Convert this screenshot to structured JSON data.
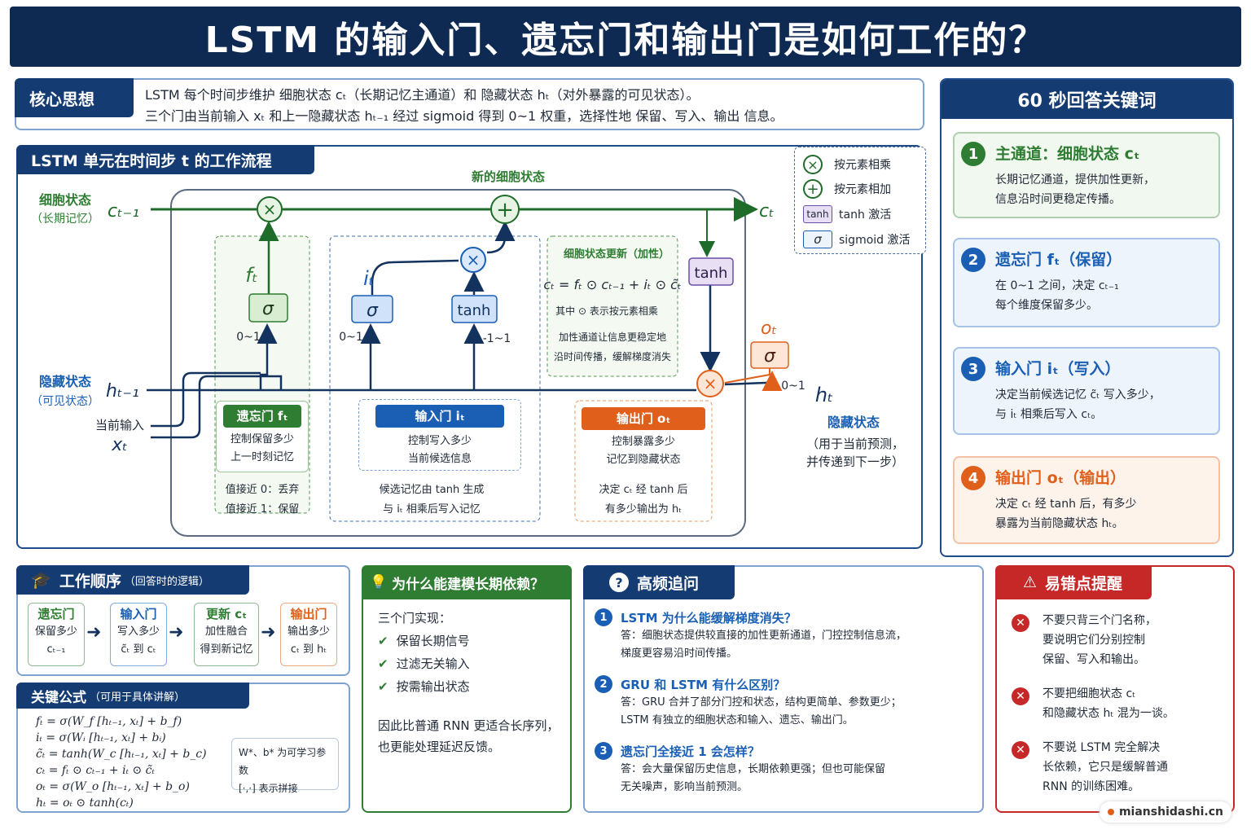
{
  "title": "LSTM 的输入门、遗忘门和输出门是如何工作的？",
  "core": {
    "tab": "核心思想",
    "line1": "LSTM 每个时间步维护 细胞状态 cₜ（长期记忆主通道）和 隐藏状态 hₜ（对外暴露的可见状态）。",
    "line2": "三个门由当前输入 xₜ 和上一隐藏状态 hₜ₋₁ 经过 sigmoid 得到 0~1 权重，选择性地 保留、写入、输出 信息。"
  },
  "flow": {
    "tab": "LSTM 单元在时间步 t 的工作流程",
    "new_cell": "新的细胞状态",
    "cell_label": "细胞状态",
    "cell_sub": "（长期记忆）",
    "c_prev": "cₜ₋₁",
    "c_t": "cₜ",
    "hidden_label": "隐藏状态",
    "hidden_sub": "（可见状态）",
    "h_prev": "hₜ₋₁",
    "input_label": "当前输入",
    "x_t": "xₜ",
    "f_t": "fₜ",
    "i_t": "iₜ",
    "o_t": "oₜ",
    "sigma": "σ",
    "tanh": "tanh",
    "range01": "0~1",
    "range11": "-1~1",
    "update_title": "细胞状态更新（加性）",
    "update_formula": "cₜ = fₜ ⊙ cₜ₋₁ + iₜ ⊙ c̃ₜ",
    "update_note1": "其中 ⊙ 表示按元素相乘",
    "update_note2": "加性通道让信息更稳定地",
    "update_note3": "沿时间传播，缓解梯度消失",
    "forget_gate": {
      "title": "遗忘门 fₜ",
      "d1": "控制保留多少",
      "d2": "上一时刻记忆",
      "n1": "值接近 0：丢弃",
      "n2": "值接近 1：保留"
    },
    "input_gate": {
      "title": "输入门 iₜ",
      "d1": "控制写入多少",
      "d2": "当前候选信息",
      "n1": "候选记忆由 tanh 生成",
      "n2": "与 iₜ 相乘后写入记忆"
    },
    "output_gate": {
      "title": "输出门 oₜ",
      "d1": "控制暴露多少",
      "d2": "记忆到隐藏状态",
      "n1": "决定 cₜ 经 tanh 后",
      "n2": "有多少输出为 hₜ"
    },
    "h_t": "hₜ",
    "h_label": "隐藏状态",
    "h_desc1": "（用于当前预测，",
    "h_desc2": "并传递到下一步）"
  },
  "legend": {
    "mul": "按元素相乘",
    "add": "按元素相加",
    "tanh": "tanh 激活",
    "sigmoid": "sigmoid 激活",
    "tanh_sym": "tanh",
    "sig_sym": "σ"
  },
  "keywords": {
    "tab": "60 秒回答关键词",
    "items": [
      {
        "n": "1",
        "title": "主通道：细胞状态 cₜ",
        "d1": "长期记忆通道，提供加性更新，",
        "d2": "信息沿时间更稳定传播。",
        "color": "#2e7d32",
        "bg": "#f1f8ef"
      },
      {
        "n": "2",
        "title": "遗忘门 fₜ（保留）",
        "d1": "在 0~1 之间，决定 cₜ₋₁",
        "d2": "每个维度保留多少。",
        "color": "#1a5fb4",
        "bg": "#eef4fc"
      },
      {
        "n": "3",
        "title": "输入门 iₜ（写入）",
        "d1": "决定当前候选记忆 c̃ₜ 写入多少，",
        "d2": "与 iₜ 相乘后写入 cₜ。",
        "color": "#1a5fb4",
        "bg": "#eef4fc"
      },
      {
        "n": "4",
        "title": "输出门 oₜ（输出）",
        "d1": "决定 cₜ 经 tanh 后，有多少",
        "d2": "暴露为当前隐藏状态 hₜ。",
        "color": "#e0601b",
        "bg": "#fdf3ea"
      }
    ]
  },
  "order": {
    "tab": "工作顺序",
    "tab_sub": "（回答时的逻辑）",
    "steps": [
      {
        "t": "遗忘门",
        "a": "保留多少",
        "b": "cₜ₋₁",
        "color": "#2e7d32"
      },
      {
        "t": "输入门",
        "a": "写入多少",
        "b": "c̃ₜ 到 cₜ",
        "color": "#1a5fb4"
      },
      {
        "t": "更新 cₜ",
        "a": "加性融合",
        "b": "得到新记忆",
        "color": "#2e7d32"
      },
      {
        "t": "输出门",
        "a": "输出多少",
        "b": "cₜ 到 hₜ",
        "color": "#e0601b"
      }
    ]
  },
  "formulas": {
    "tab": "关键公式",
    "tab_sub": "（可用于具体讲解）",
    "lines": [
      "fₜ  =  σ(W_f [hₜ₋₁, xₜ] + b_f)",
      "iₜ  =  σ(Wᵢ [hₜ₋₁, xₜ] + bᵢ)",
      "c̃ₜ  =  tanh(W_c [hₜ₋₁, xₜ] + b_c)",
      "cₜ  =  fₜ ⊙ cₜ₋₁ + iₜ ⊙ c̃ₜ",
      "oₜ  =  σ(W_o [hₜ₋₁, xₜ] + b_o)",
      "hₜ  =  oₜ ⊙ tanh(cₜ)"
    ],
    "note1": "W*、b* 为可学习参数",
    "note2": "[·,·] 表示拼接"
  },
  "why": {
    "tab": "为什么能建模长期依赖？",
    "intro": "三个门实现：",
    "items": [
      "保留长期信号",
      "过滤无关输入",
      "按需输出状态"
    ],
    "c1": "因此比普通 RNN 更适合长序列，",
    "c2": "也更能处理延迟反馈。"
  },
  "faq": {
    "tab": "高频追问",
    "items": [
      {
        "n": "1",
        "q": "LSTM 为什么能缓解梯度消失？",
        "a1": "答：细胞状态提供较直接的加性更新通道，门控控制信息流，",
        "a2": "梯度更容易沿时间传播。"
      },
      {
        "n": "2",
        "q": "GRU 和 LSTM 有什么区别？",
        "a1": "答：GRU 合并了部分门控和状态，结构更简单、参数更少；",
        "a2": "LSTM 有独立的细胞状态和输入、遗忘、输出门。"
      },
      {
        "n": "3",
        "q": "遗忘门全接近 1 会怎样？",
        "a1": "答：会大量保留历史信息，长期依赖更强；但也可能保留",
        "a2": "无关噪声，影响当前预测。"
      }
    ]
  },
  "pitfalls": {
    "tab": "易错点提醒",
    "items": [
      {
        "l1": "不要只背三个门名称，",
        "l2": "要说明它们分别控制",
        "l3": "保留、写入和输出。"
      },
      {
        "l1": "不要把细胞状态 cₜ",
        "l2": "和隐藏状态 hₜ 混为一谈。",
        "l3": ""
      },
      {
        "l1": "不要说 LSTM 完全解决",
        "l2": "长依赖，它只是缓解普通",
        "l3": "RNN 的训练困难。"
      }
    ]
  },
  "watermark": "mianshidashi.cn"
}
